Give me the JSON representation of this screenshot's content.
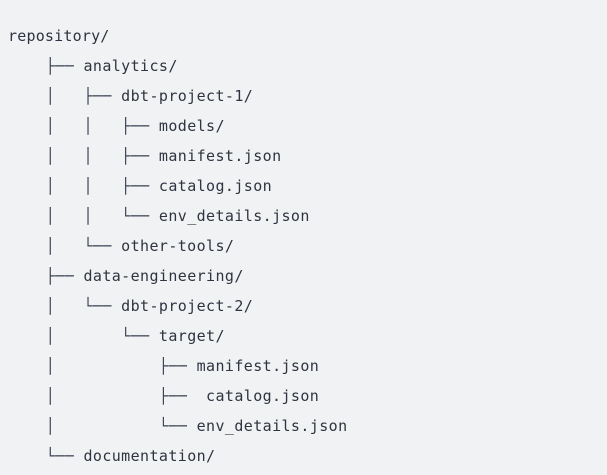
{
  "view": {
    "type": "directory-tree",
    "root_label": "repository/",
    "background_color": "#f1f2f4",
    "text_color": "#2e3440",
    "connector_color": "#3b4252",
    "line_count": 15
  },
  "tree": {
    "rows": [
      {
        "prefix": "",
        "label": "repository/",
        "depth": 0,
        "kind": "directory",
        "is_root": true
      },
      {
        "prefix": "    ├── ",
        "label": "analytics/",
        "depth": 1,
        "kind": "directory",
        "is_root": false
      },
      {
        "prefix": "    │   ├── ",
        "label": "dbt-project-1/",
        "depth": 2,
        "kind": "directory",
        "is_root": false
      },
      {
        "prefix": "    │   │   ├── ",
        "label": "models/",
        "depth": 3,
        "kind": "directory",
        "is_root": false
      },
      {
        "prefix": "    │   │   ├── ",
        "label": "manifest.json",
        "depth": 3,
        "kind": "file",
        "is_root": false
      },
      {
        "prefix": "    │   │   ├── ",
        "label": "catalog.json",
        "depth": 3,
        "kind": "file",
        "is_root": false
      },
      {
        "prefix": "    │   │   └── ",
        "label": "env_details.json",
        "depth": 3,
        "kind": "file",
        "is_root": false
      },
      {
        "prefix": "    │   └── ",
        "label": "other-tools/",
        "depth": 2,
        "kind": "directory",
        "is_root": false
      },
      {
        "prefix": "    ├── ",
        "label": "data-engineering/",
        "depth": 1,
        "kind": "directory",
        "is_root": false
      },
      {
        "prefix": "    │   └── ",
        "label": "dbt-project-2/",
        "depth": 2,
        "kind": "directory",
        "is_root": false
      },
      {
        "prefix": "    │       └── ",
        "label": "target/",
        "depth": 3,
        "kind": "directory",
        "is_root": false
      },
      {
        "prefix": "    │           ├── ",
        "label": "manifest.json",
        "depth": 4,
        "kind": "file",
        "is_root": false
      },
      {
        "prefix": "    │           ├──  ",
        "label": "catalog.json",
        "depth": 4,
        "kind": "file",
        "is_root": false
      },
      {
        "prefix": "    │           └── ",
        "label": "env_details.json",
        "depth": 4,
        "kind": "file",
        "is_root": false
      },
      {
        "prefix": "    └── ",
        "label": "documentation/",
        "depth": 1,
        "kind": "directory",
        "is_root": false
      }
    ]
  }
}
